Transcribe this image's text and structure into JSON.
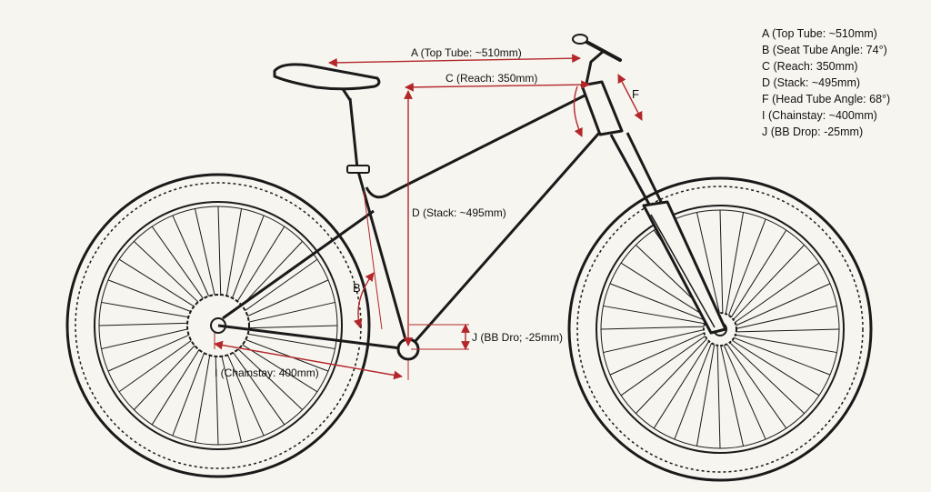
{
  "diagram": {
    "dimension_labels": {
      "top_tube": "A (Top Tube: ~510mm)",
      "reach": "C (Reach: 350mm)",
      "stack": "D (Stack: ~495mm)",
      "seat_angle": "B",
      "head_tube": "F",
      "bb_drop": "J (BB Dro; -25mm)",
      "chainstay": "I (Chainstay: 400mm)"
    },
    "legend": [
      "A (Top Tube: ~510mm)",
      "B (Seat Tube Angle: 74°)",
      "C (Reach: 350mm)",
      "D (Stack: ~495mm)",
      "F (Head Tube Angle: 68°)",
      "I (Chainstay: ~400mm)",
      "J (BB Drop: -25mm)"
    ],
    "colors": {
      "frame": "#1a1a1a",
      "dimension": "#b3262a",
      "background": "#f6f5ef"
    }
  }
}
